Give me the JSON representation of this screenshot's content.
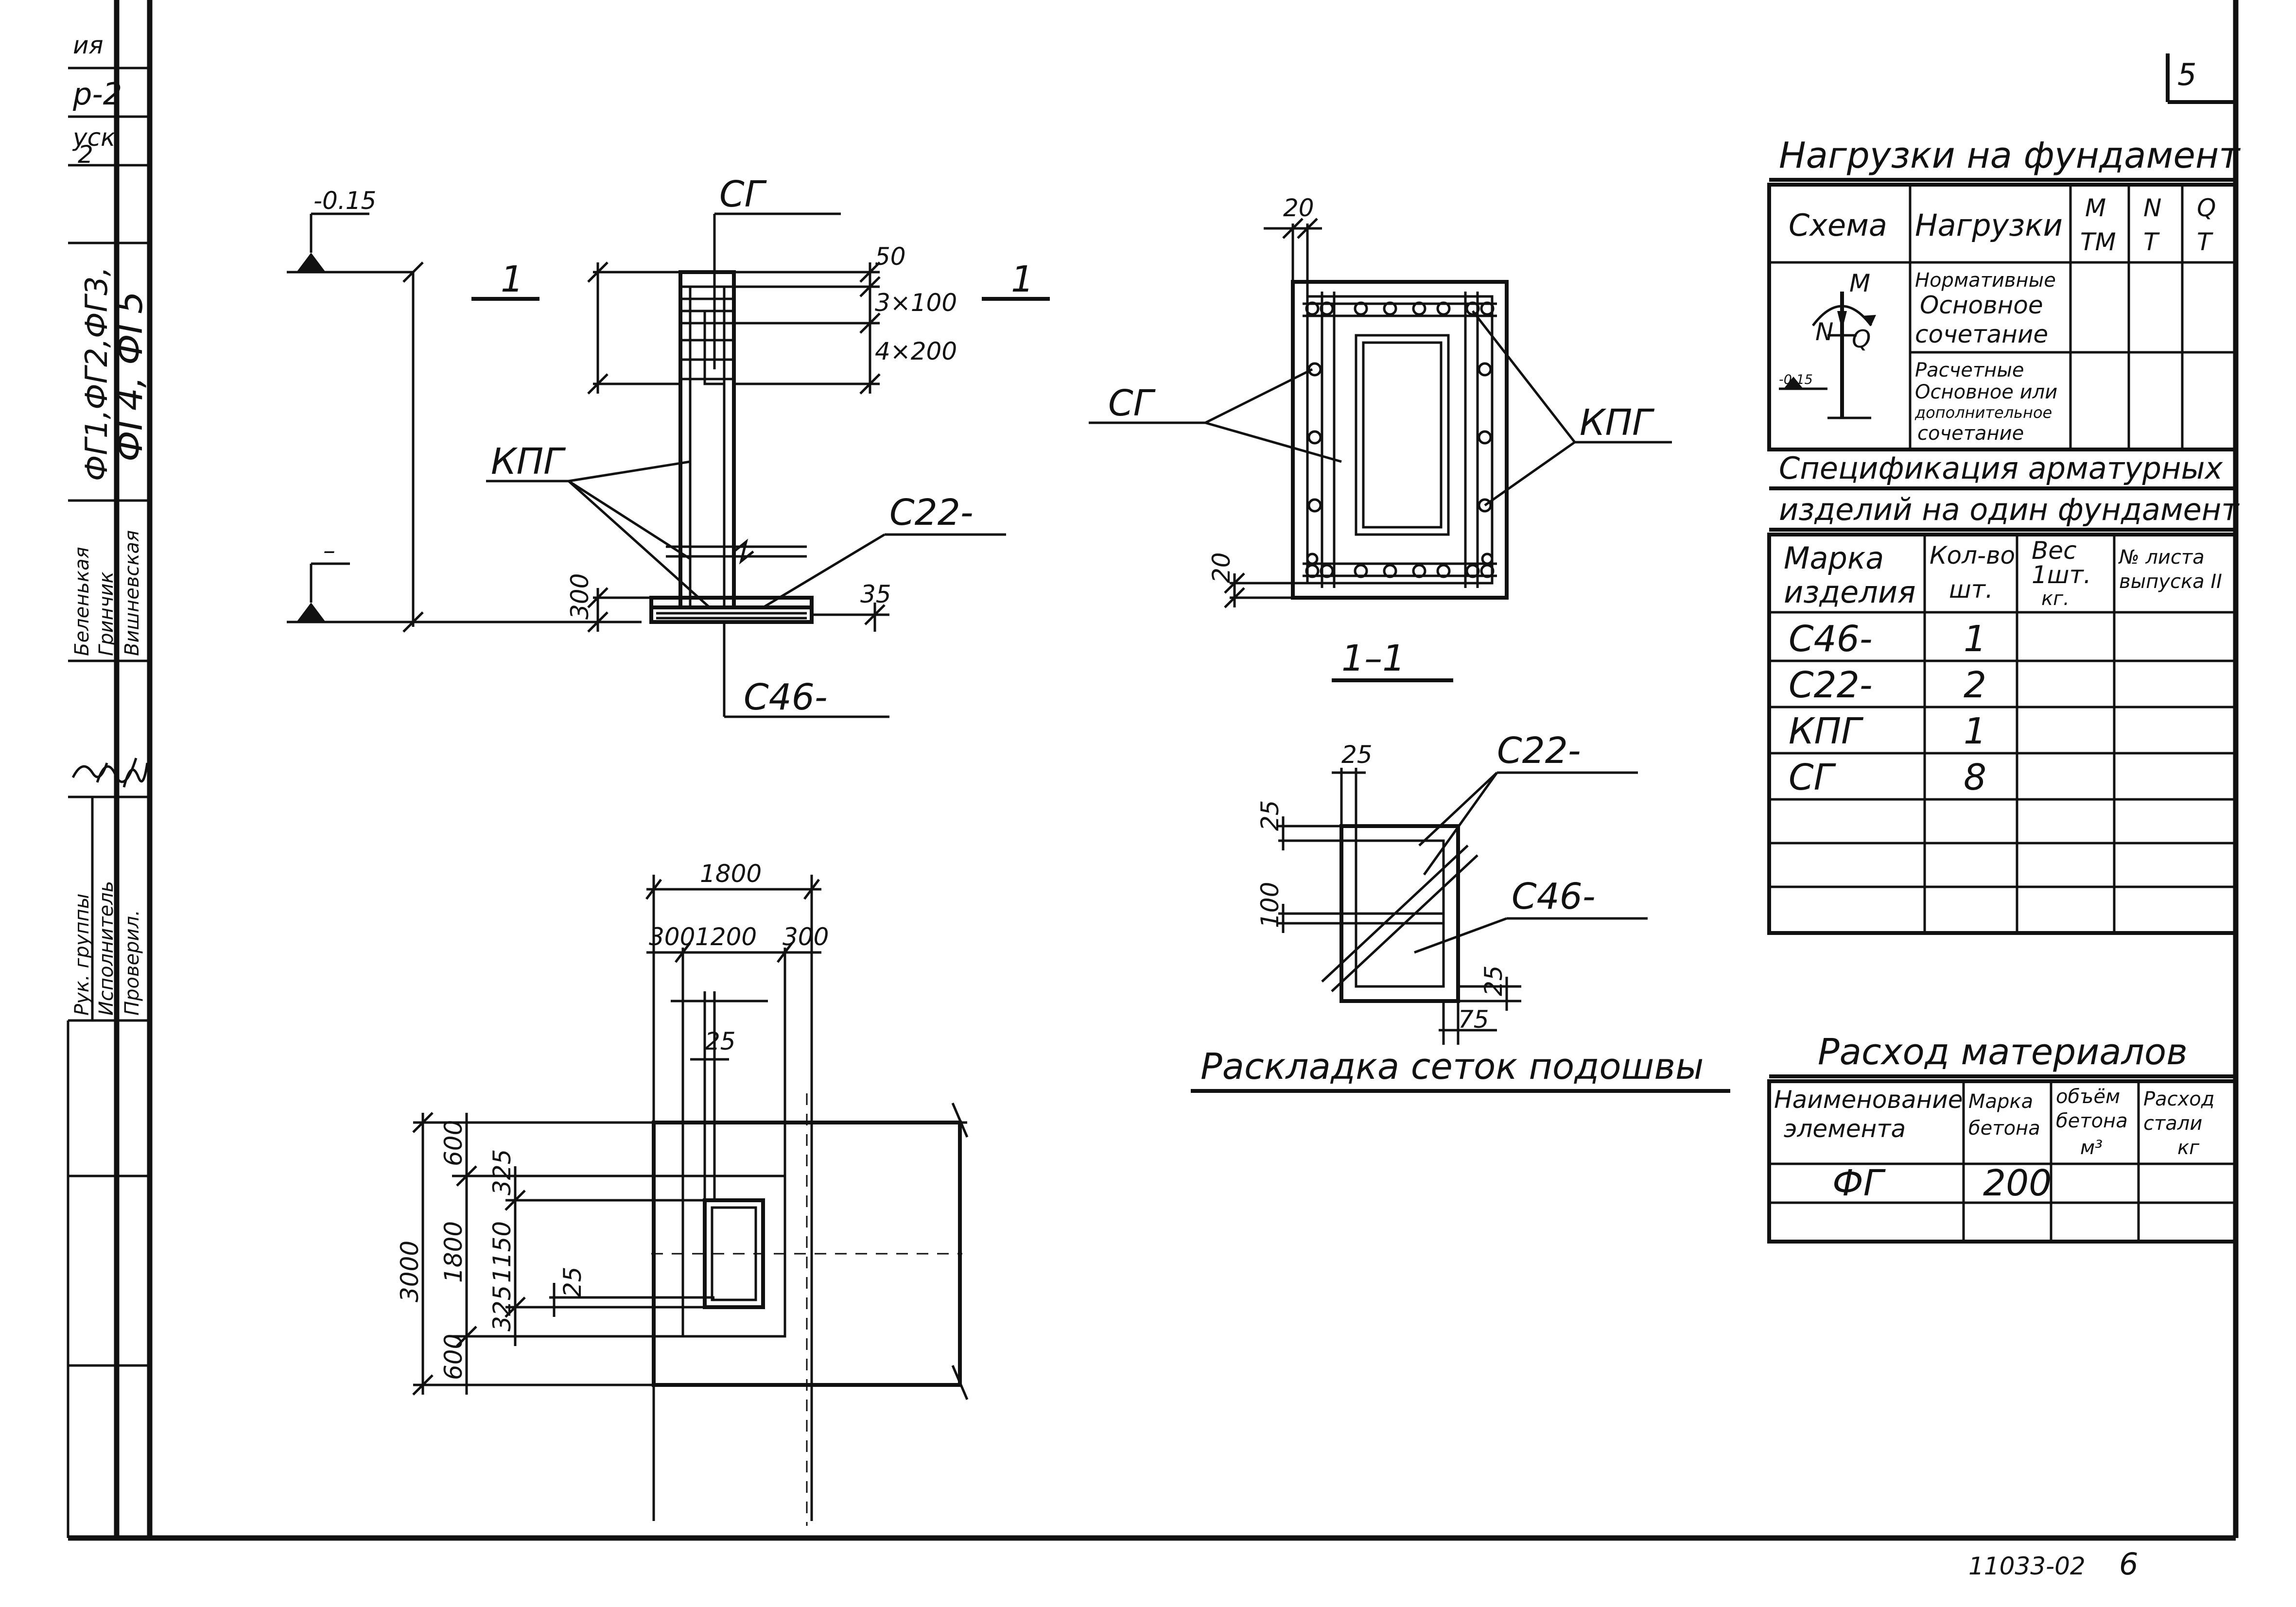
{
  "title_block": {
    "corner_fragments": [
      "ия",
      "р-2",
      "уск",
      "2"
    ],
    "series_label": "ФГ4, ФГ5",
    "series_label_partial": "ФГ1,ФГ2,ФГ3,",
    "roles": [
      "Рук. группы",
      "Исполнитель",
      "Проверил."
    ],
    "names": [
      "Беленькая",
      "Гринчик",
      "Вишневская"
    ],
    "sheet_number": "5",
    "doc_code": "11033-02",
    "page_number": "6"
  },
  "section_elevation": {
    "section_mark": "1",
    "level_top": "-0.15",
    "level_bottom": "–",
    "labels": {
      "sg": "СГ",
      "kpg": "КПГ",
      "c22": "С22-",
      "c46": "С46-"
    },
    "dims": {
      "d50": "50",
      "d3x100": "3×100",
      "d4x200": "4×200",
      "d300": "300",
      "d35": "35"
    }
  },
  "section_1_1": {
    "title": "1–1",
    "labels": {
      "sg": "СГ",
      "kpg": "КПГ"
    },
    "dims": {
      "top": "20",
      "side": "20"
    }
  },
  "mesh_layout": {
    "title": "Раскладка сеток подошвы",
    "labels": {
      "c22": "С22-",
      "c46": "С46-"
    },
    "dims": {
      "d25a": "25",
      "d25b": "25",
      "d100": "100",
      "d25c": "25",
      "d75": "75"
    }
  },
  "plan": {
    "dims": {
      "total_w": "1800",
      "w300a": "300",
      "w1200": "1200",
      "w300b": "300",
      "w25": "25",
      "total_h": "3000",
      "h1800": "1800",
      "h600a": "600",
      "h600b": "600",
      "h325a": "325",
      "h1150": "1150",
      "h325b": "325",
      "h25": "25"
    }
  },
  "loads_table": {
    "title": "Нагрузки на фундамент",
    "headers": {
      "scheme": "Схема",
      "loads": "Нагрузки",
      "m": "M",
      "m_unit": "ТМ",
      "n": "N",
      "n_unit": "Т",
      "q": "Q",
      "q_unit": "Т"
    },
    "rows": [
      [
        "Нормативные",
        "Основное",
        "сочетание"
      ],
      [
        "Расчетные",
        "Основное или",
        "дополнительное",
        "сочетание"
      ]
    ],
    "scheme_labels": {
      "m": "M",
      "n": "N",
      "q": "Q",
      "level": "-0.15"
    }
  },
  "spec_table": {
    "title_line1": "Спецификация арматурных",
    "title_line2": "изделий на один фундамент",
    "headers": {
      "mark1": "Марка",
      "mark2": "изделия",
      "qty1": "Кол-во",
      "qty2": "шт.",
      "weight1": "Вес",
      "weight2": "1шт.",
      "weight3": "кг.",
      "sheet1": "№ листа",
      "sheet2": "выпуска II"
    },
    "rows": [
      {
        "mark": "С46-",
        "qty": "1"
      },
      {
        "mark": "С22-",
        "qty": "2"
      },
      {
        "mark": "КПГ",
        "qty": "1"
      },
      {
        "mark": "СГ",
        "qty": "8"
      }
    ]
  },
  "materials_table": {
    "title": "Расход материалов",
    "headers": {
      "name1": "Наименование",
      "name2": "элемента",
      "grade1": "Марка",
      "grade2": "бетона",
      "volume1": "объём",
      "volume2": "бетона",
      "volume3": "м³",
      "steel1": "Расход",
      "steel2": "стали",
      "steel3": "кг"
    },
    "rows": [
      {
        "name": "ФГ",
        "grade": "200"
      }
    ]
  }
}
